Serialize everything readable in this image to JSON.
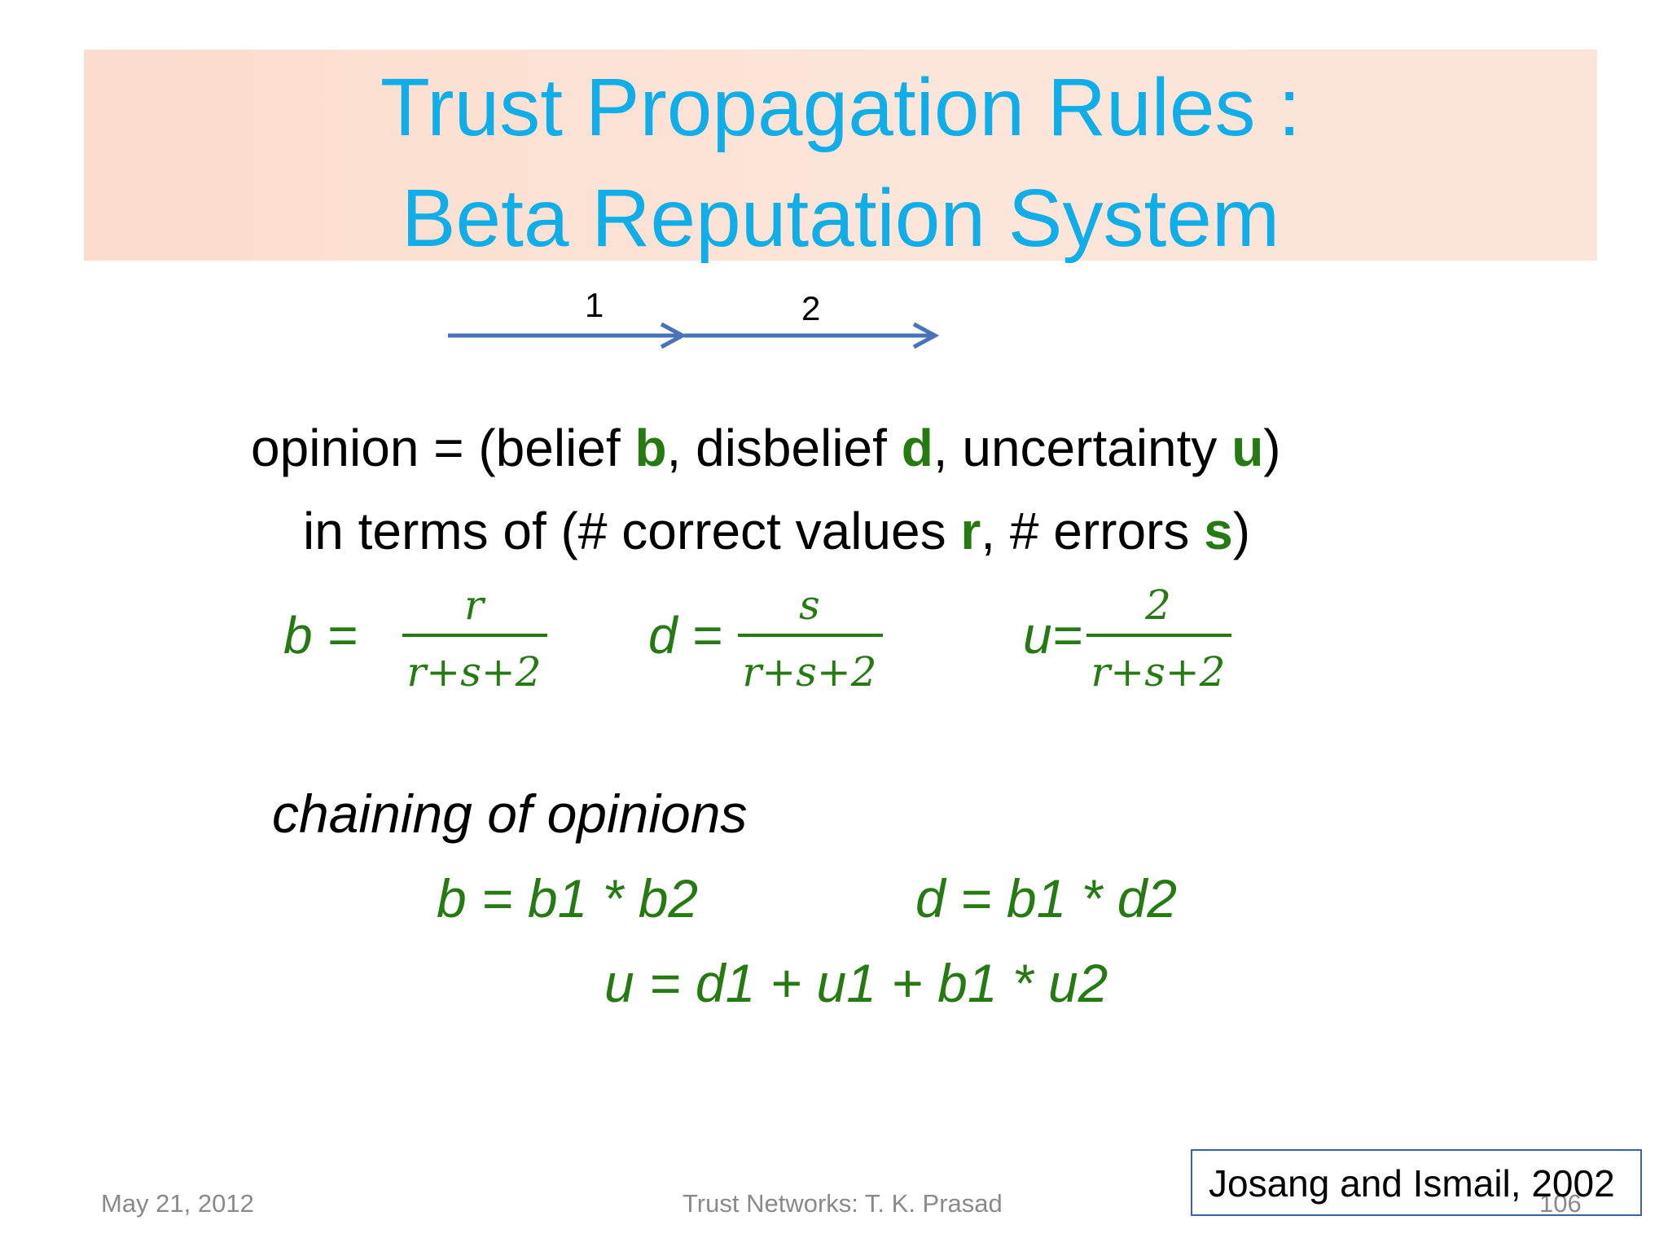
{
  "slide": {
    "title_line1": "Trust Propagation Rules :",
    "title_line2": "Beta Reputation System"
  },
  "diagram": {
    "edge1_label": "1",
    "edge2_label": "2",
    "arrow_color": "#4a72b8"
  },
  "opinion_line": {
    "part1": "opinion = (belief ",
    "b": "b",
    "part2": ", disbelief ",
    "d": "d",
    "part3": ", uncertainty ",
    "u": "u",
    "part4": ")"
  },
  "terms_line": {
    "part1": "in terms of (# correct values ",
    "r": "r",
    "part2": ",  # errors ",
    "s": "s",
    "part3": ")"
  },
  "formulas": {
    "b_lhs": "b  =",
    "b_num": "r",
    "b_den": "r+s+2",
    "d_lhs": "d =",
    "d_num": "s",
    "d_den": "r+s+2",
    "u_lhs": "u=",
    "u_num": "2",
    "u_den": "r+s+2"
  },
  "chaining": {
    "heading": "chaining of opinions",
    "eq_b": "b = b1 * b2",
    "eq_d": "d = b1 * d2",
    "eq_u": "u = d1 + u1 + b1 * u2"
  },
  "footer": {
    "date": "May 21, 2012",
    "center": "Trust Networks: T. K. Prasad",
    "page": "106"
  },
  "citation": "Josang and Ismail, 2002",
  "colors": {
    "title": "#10aee8",
    "formula_green": "#267a12",
    "title_bar_bg": "#fde2d4",
    "citation_border": "#3a62a8"
  }
}
